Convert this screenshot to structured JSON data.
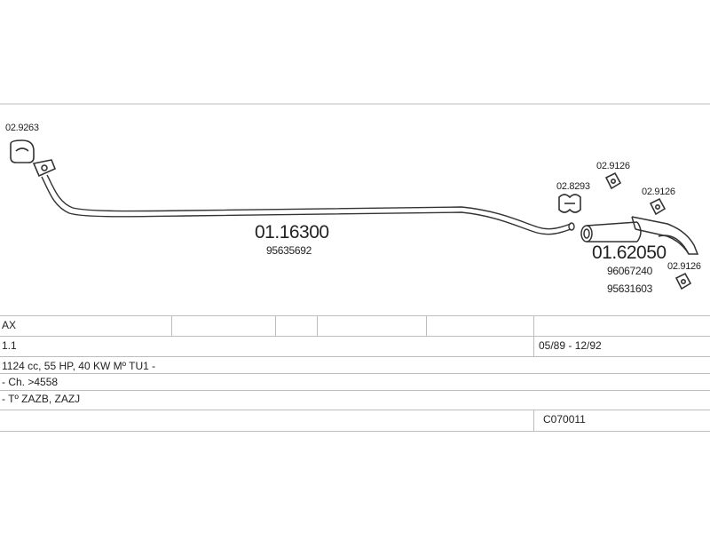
{
  "parts": {
    "clamp_front": "02.9263",
    "front_pipe_number": "01.16300",
    "front_pipe_oem": "95635692",
    "clamp_mid": "02.8293",
    "mount_top": "02.9126",
    "mount_mid": "02.9126",
    "mount_bottom": "02.9126",
    "rear_silencer_number": "01.62050",
    "rear_silencer_oem_1": "96067240",
    "rear_silencer_oem_2": "95631603"
  },
  "table": {
    "model": "AX",
    "engine": "1.1",
    "years": "05/89 - 12/92",
    "spec": "1124 cc, 55 HP, 40 KW Mº TU1 -",
    "chassis": "- Ch. >4558",
    "type_codes": "- Tº ZAZB, ZAZJ",
    "kit_code": "C070011"
  },
  "colors": {
    "line": "#333333",
    "grid": "#bdbdbd",
    "text": "#222222"
  }
}
